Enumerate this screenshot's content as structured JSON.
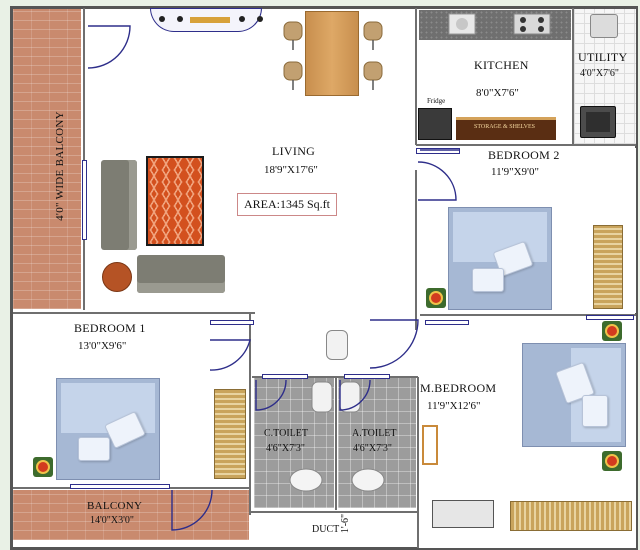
{
  "plan": {
    "area_label": "AREA:1345 Sq.ft",
    "rooms": {
      "living": {
        "name": "LIVING",
        "dim": "18'9\"X17'6\""
      },
      "kitchen": {
        "name": "KITCHEN",
        "dim": "8'0\"X7'6\""
      },
      "utility": {
        "name": "UTILITY",
        "dim": "4'0\"X7'6\""
      },
      "bedroom2": {
        "name": "BEDROOM 2",
        "dim": "11'9\"X9'0\""
      },
      "bedroom1": {
        "name": "BEDROOM 1",
        "dim": "13'0\"X9'6\""
      },
      "mbedroom": {
        "name": "M.BEDROOM",
        "dim": "11'9\"X12'6\""
      },
      "ctoilet": {
        "name": "C.TOILET",
        "dim": "4'6\"X7'3\""
      },
      "atoilet": {
        "name": "A.TOILET",
        "dim": "4'6\"X7'3\""
      },
      "balcony": {
        "name": "BALCONY",
        "dim": "14'0\"X3'0\""
      },
      "wide_balcony": {
        "name": "4'0\" WIDE BALCONY"
      }
    },
    "duct": "DUCT",
    "duct_dim": "1'-6\"",
    "fridge_label": "Fridge",
    "storage_label": "STORAGE & SHELVES"
  },
  "colors": {
    "brick": "#c98a6e",
    "floor": "#ffffff",
    "bed_blue": "#a6b8d4",
    "wood": "#c9a45c",
    "toilet_tile": "#9c9c9c",
    "rug": "#d3501e"
  }
}
